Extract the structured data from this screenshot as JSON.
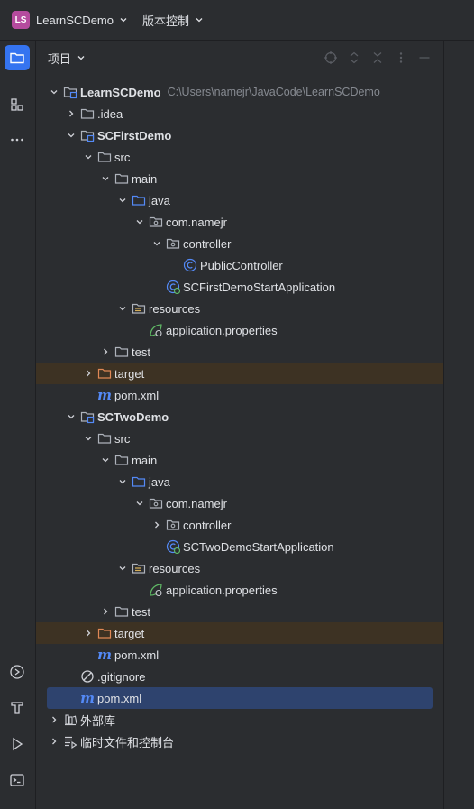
{
  "titlebar": {
    "badge": "LS",
    "project": "LearnSCDemo",
    "vcs": "版本控制"
  },
  "panel": {
    "title": "项目"
  },
  "tree": [
    {
      "id": "root",
      "label": "LearnSCDemo",
      "path": "C:\\Users\\namejr\\JavaCode\\LearnSCDemo",
      "bold": true,
      "level": 0,
      "arrow": "down",
      "icon": "module-folder-icon"
    },
    {
      "id": "idea",
      "label": ".idea",
      "level": 1,
      "arrow": "right",
      "icon": "folder-icon"
    },
    {
      "id": "m1",
      "label": "SCFirstDemo",
      "bold": true,
      "level": 1,
      "arrow": "down",
      "icon": "module-folder-icon"
    },
    {
      "id": "m1-src",
      "label": "src",
      "level": 2,
      "arrow": "down",
      "icon": "folder-icon"
    },
    {
      "id": "m1-main",
      "label": "main",
      "level": 3,
      "arrow": "down",
      "icon": "folder-icon"
    },
    {
      "id": "m1-java",
      "label": "java",
      "level": 4,
      "arrow": "down",
      "icon": "source-folder-icon"
    },
    {
      "id": "m1-pkg",
      "label": "com.namejr",
      "level": 5,
      "arrow": "down",
      "icon": "package-icon"
    },
    {
      "id": "m1-ctrl",
      "label": "controller",
      "level": 6,
      "arrow": "down",
      "icon": "package-icon"
    },
    {
      "id": "m1-pc",
      "label": "PublicController",
      "level": 7,
      "arrow": "none",
      "icon": "class-icon"
    },
    {
      "id": "m1-app",
      "label": "SCFirstDemoStartApplication",
      "level": 6,
      "arrow": "none",
      "icon": "spring-class-icon"
    },
    {
      "id": "m1-res",
      "label": "resources",
      "level": 4,
      "arrow": "down",
      "icon": "resources-folder-icon"
    },
    {
      "id": "m1-props",
      "label": "application.properties",
      "level": 5,
      "arrow": "none",
      "icon": "spring-properties-icon"
    },
    {
      "id": "m1-test",
      "label": "test",
      "level": 3,
      "arrow": "right",
      "icon": "folder-icon"
    },
    {
      "id": "m1-target",
      "label": "target",
      "level": 2,
      "arrow": "right",
      "icon": "excluded-folder-icon",
      "hl": true
    },
    {
      "id": "m1-pom",
      "label": "pom.xml",
      "level": 2,
      "arrow": "none",
      "icon": "maven-icon"
    },
    {
      "id": "m2",
      "label": "SCTwoDemo",
      "bold": true,
      "level": 1,
      "arrow": "down",
      "icon": "module-folder-icon"
    },
    {
      "id": "m2-src",
      "label": "src",
      "level": 2,
      "arrow": "down",
      "icon": "folder-icon"
    },
    {
      "id": "m2-main",
      "label": "main",
      "level": 3,
      "arrow": "down",
      "icon": "folder-icon"
    },
    {
      "id": "m2-java",
      "label": "java",
      "level": 4,
      "arrow": "down",
      "icon": "source-folder-icon"
    },
    {
      "id": "m2-pkg",
      "label": "com.namejr",
      "level": 5,
      "arrow": "down",
      "icon": "package-icon"
    },
    {
      "id": "m2-ctrl",
      "label": "controller",
      "level": 6,
      "arrow": "right",
      "icon": "package-icon"
    },
    {
      "id": "m2-app",
      "label": "SCTwoDemoStartApplication",
      "level": 6,
      "arrow": "none",
      "icon": "spring-class-icon"
    },
    {
      "id": "m2-res",
      "label": "resources",
      "level": 4,
      "arrow": "down",
      "icon": "resources-folder-icon"
    },
    {
      "id": "m2-props",
      "label": "application.properties",
      "level": 5,
      "arrow": "none",
      "icon": "spring-properties-icon"
    },
    {
      "id": "m2-test",
      "label": "test",
      "level": 3,
      "arrow": "right",
      "icon": "folder-icon"
    },
    {
      "id": "m2-target",
      "label": "target",
      "level": 2,
      "arrow": "right",
      "icon": "excluded-folder-icon",
      "hl": true
    },
    {
      "id": "m2-pom",
      "label": "pom.xml",
      "level": 2,
      "arrow": "none",
      "icon": "maven-icon"
    },
    {
      "id": "gitignore",
      "label": ".gitignore",
      "level": 1,
      "arrow": "none",
      "icon": "ignore-file-icon"
    },
    {
      "id": "root-pom",
      "label": "pom.xml",
      "level": 1,
      "arrow": "none",
      "icon": "maven-icon",
      "sel": true
    },
    {
      "id": "extlib",
      "label": "外部库",
      "level": 0,
      "arrow": "right",
      "icon": "library-icon"
    },
    {
      "id": "scratch",
      "label": "临时文件和控制台",
      "level": 0,
      "arrow": "right",
      "icon": "scratch-icon"
    }
  ],
  "colors": {
    "accent": "#3574f0",
    "folder": "#aeb3bb",
    "source": "#548af7",
    "excluded": "#e08855",
    "spring": "#5fb865",
    "highlight": "#3d3223",
    "selection": "#2e436e"
  }
}
